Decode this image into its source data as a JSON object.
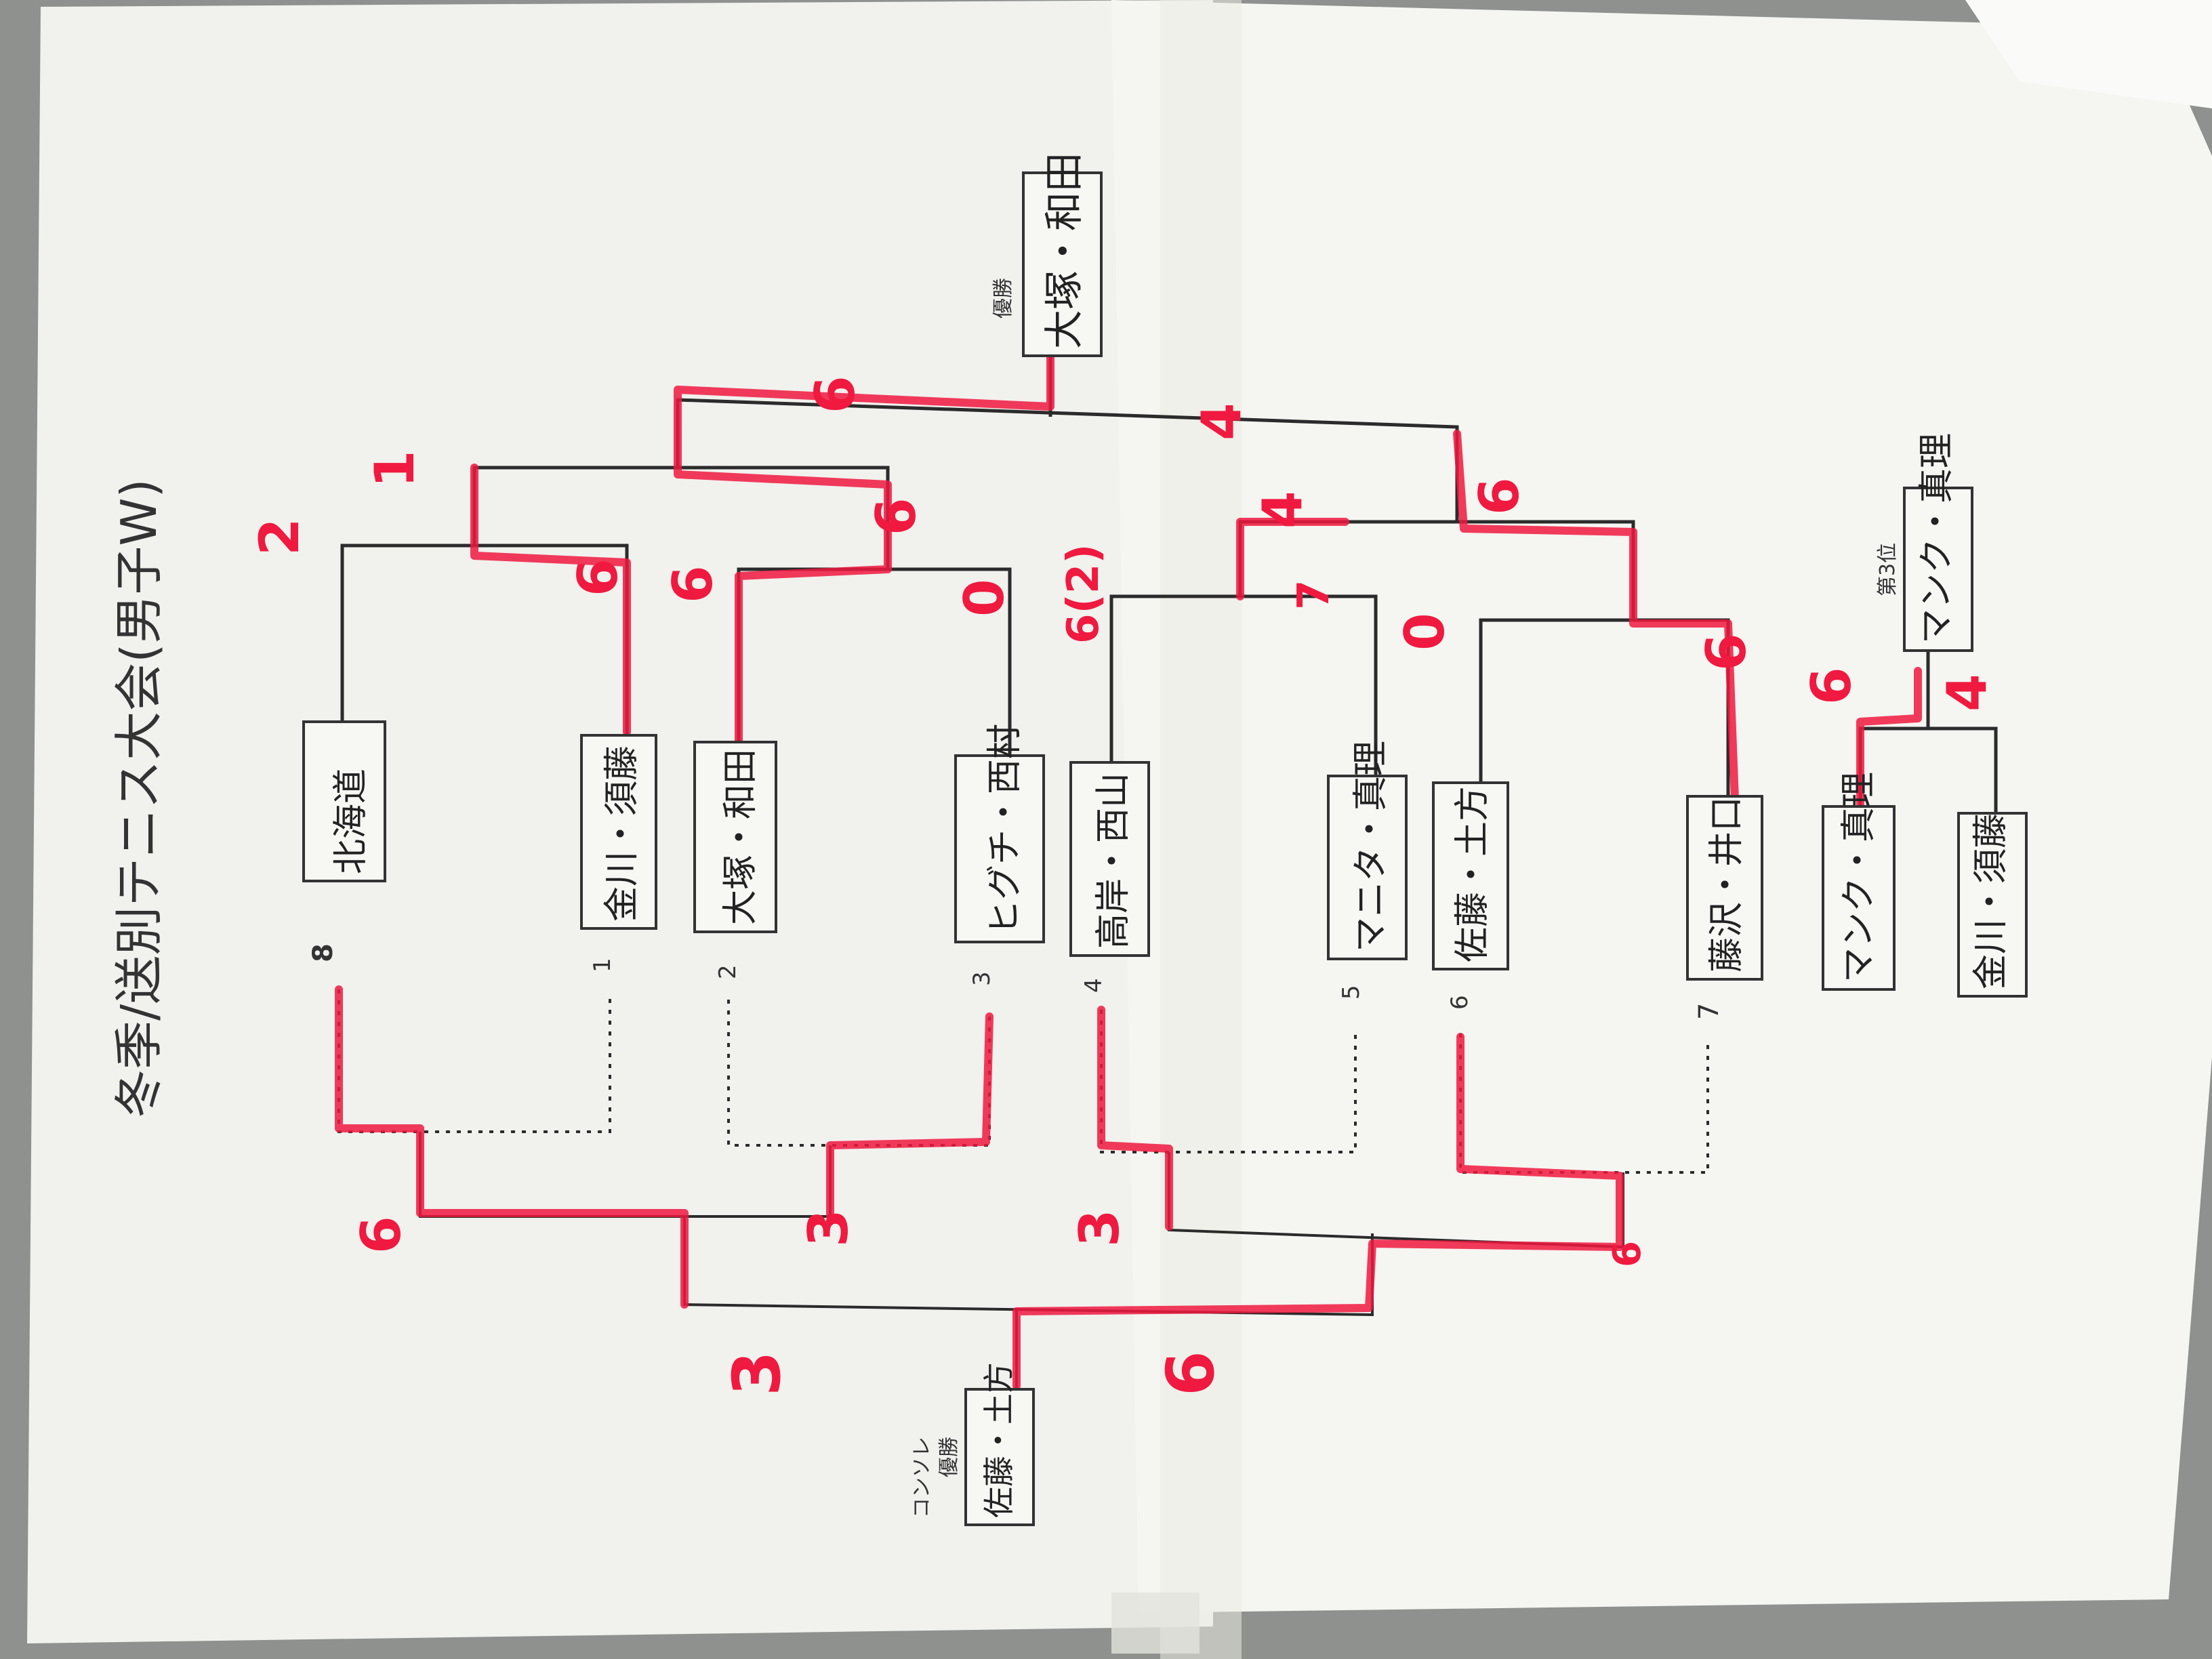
{
  "title": "冬季/送別テニス大会(男子W)",
  "champion": {
    "label": "優勝",
    "name": "大塚・和田"
  },
  "consolation_champion": {
    "heading": "コンソレ",
    "label": "優勝",
    "name": "佐藤・土方"
  },
  "third_place": {
    "label": "第3位",
    "name": "マンク・真理"
  },
  "third_place_match": {
    "teams": [
      "マンク・真理",
      "金川・須藤"
    ],
    "scores": [
      "6",
      "4"
    ]
  },
  "teams": [
    {
      "seed": "8",
      "name": "北海道"
    },
    {
      "seed": "1",
      "name": "金川・須藤"
    },
    {
      "seed": "2",
      "name": "大塚・和田"
    },
    {
      "seed": "3",
      "name": "ヒグチ・西村"
    },
    {
      "seed": "4",
      "name": "高岸・西山"
    },
    {
      "seed": "5",
      "name": "マニタ・真理"
    },
    {
      "seed": "6",
      "name": "佐藤・土方"
    },
    {
      "seed": "7",
      "name": "藤沢・井口"
    }
  ],
  "main_scores": {
    "round1": [
      "2",
      "6",
      "6",
      "0",
      "6(2)",
      "7",
      "0",
      "6"
    ],
    "semifinal": [
      "1",
      "6",
      "4",
      "6"
    ],
    "final": [
      "6",
      "4"
    ]
  },
  "consolation_scores": {
    "round1": [
      "6",
      "3",
      "3",
      "6"
    ],
    "final": [
      "3",
      "6"
    ]
  },
  "colors": {
    "paper": "#f4f4f1",
    "ink": "#2d2d2d",
    "red_marker": "#f0193f",
    "background": "#8e918d"
  }
}
